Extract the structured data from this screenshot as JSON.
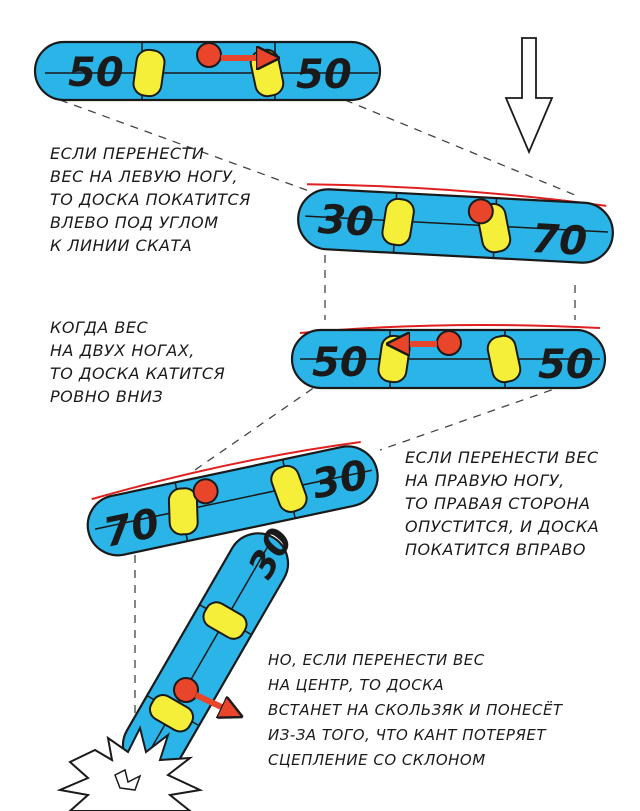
{
  "boards": {
    "board1": {
      "left_value": "50",
      "right_value": "50"
    },
    "board2": {
      "left_value": "30",
      "right_value": "70"
    },
    "board3": {
      "left_value": "50",
      "right_value": "50"
    },
    "board4": {
      "left_value": "70",
      "right_value": "30"
    },
    "board5": {
      "value": "30"
    }
  },
  "captions": {
    "left_weight": [
      "ЕСЛИ ПЕРЕНЕСТИ",
      "ВЕС НА ЛЕВУЮ НОГУ,",
      "ТО ДОСКА ПОКАТИТСЯ",
      "ВЛЕВО ПОД УГЛОМ",
      "К ЛИНИИ СКАТА"
    ],
    "both_legs": [
      "КОГДА ВЕС",
      "НА ДВУХ НОГАХ,",
      "ТО ДОСКА КАТИТСЯ",
      "РОВНО ВНИЗ"
    ],
    "right_weight": [
      "ЕСЛИ ПЕРЕНЕСТИ ВЕС",
      "НА ПРАВУЮ НОГУ,",
      "ТО ПРАВАЯ СТОРОНА",
      "ОПУСТИТСЯ, И ДОСКА",
      "ПОКАТИТСЯ ВПРАВО"
    ],
    "center_weight": [
      "НО, ЕСЛИ ПЕРЕНЕСТИ ВЕС",
      "НА ЦЕНТР, ТО ДОСКА",
      "ВСТАНЕТ НА СКОЛЬЗЯК И ПОНЕСЁТ",
      "ИЗ-ЗА ТОГО, ЧТО КАНТ ПОТЕРЯЕТ",
      "СЦЕПЛЕНИЕ СО СКЛОНОМ"
    ]
  },
  "colors": {
    "board_fill": "#2ab4e8",
    "binding_fill": "#f6ef3a",
    "ball_fill": "#e8452a",
    "arrow_fill": "#e8452a",
    "edge_red": "#e02020",
    "outline": "#1a1a1a"
  },
  "icons": {
    "downhill_arrow": "hollow-down-arrow-icon",
    "crash": "crash-burst-icon"
  }
}
